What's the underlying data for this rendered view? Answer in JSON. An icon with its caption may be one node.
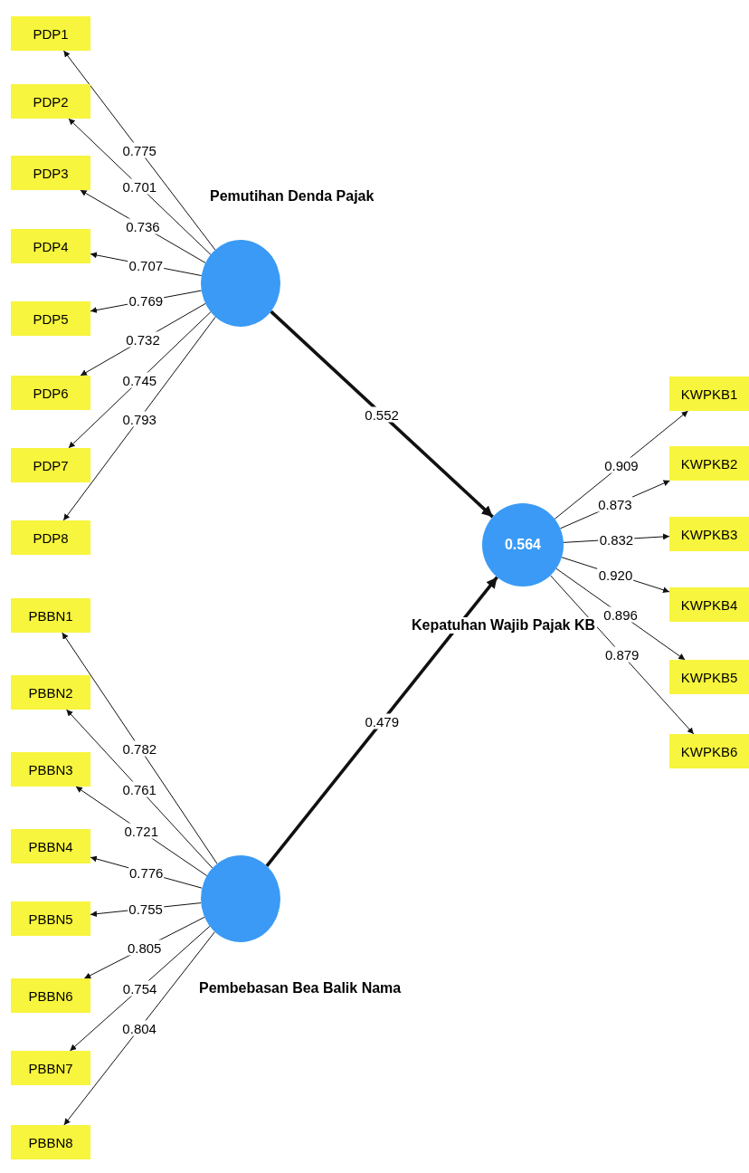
{
  "diagram": {
    "nodes": [
      {
        "text": [
          "PDP1"
        ]
      },
      {
        "text": [
          "PDP2"
        ]
      },
      {
        "text": [
          "PDP3"
        ]
      },
      {
        "text": [
          "PDP4"
        ]
      },
      {
        "text": [
          "PDP5"
        ]
      },
      {
        "text": [
          "PDP6"
        ]
      },
      {
        "text": [
          "PDP7"
        ]
      },
      {
        "text": [
          "PDP8"
        ]
      },
      {
        "text": [
          "Pemutihan Denda Pajak"
        ]
      },
      {
        "text": [
          "KWPKB1"
        ]
      },
      {
        "text": [
          "KWPKB2"
        ]
      },
      {
        "text": [
          "KWPKB3"
        ]
      },
      {
        "text": [
          "KWPKB4"
        ]
      },
      {
        "text": [
          "KWPKB5"
        ]
      },
      {
        "text": [
          "KWPKB6"
        ]
      },
      {
        "text": [
          "0.564",
          "Kepatuhan Wajib Pajak KB"
        ]
      },
      {
        "text": [
          "PBBN1"
        ]
      },
      {
        "text": [
          "PBBN2"
        ]
      },
      {
        "text": [
          "PBBN3"
        ]
      },
      {
        "text": [
          "PBBN4"
        ]
      },
      {
        "text": [
          "PBBN5"
        ]
      },
      {
        "text": [
          "PBBN6"
        ]
      },
      {
        "text": [
          "PBBN7"
        ]
      },
      {
        "text": [
          "PBBN8"
        ]
      },
      {
        "text": [
          "Pembebasan Bea Balik Nama"
        ]
      }
    ],
    "edges": [
      {
        "from": 8,
        "to": 0,
        "arrow": "to",
        "label": "0.775"
      },
      {
        "from": 8,
        "to": 1,
        "arrow": "to",
        "label": "0.701"
      },
      {
        "from": 8,
        "to": 2,
        "arrow": "to",
        "label": "0.736"
      },
      {
        "from": 8,
        "to": 3,
        "arrow": "to",
        "label": "0.707"
      },
      {
        "from": 8,
        "to": 4,
        "arrow": "to",
        "label": "0.769"
      },
      {
        "from": 8,
        "to": 5,
        "arrow": "to",
        "label": "0.732"
      },
      {
        "from": 8,
        "to": 6,
        "arrow": "to",
        "label": "0.745"
      },
      {
        "from": 8,
        "to": 7,
        "arrow": "to",
        "label": "0.793"
      },
      {
        "from": 8,
        "to": 15,
        "arrow": "to",
        "label": "0.552",
        "style": "thick"
      },
      {
        "from": 15,
        "to": 9,
        "arrow": "to",
        "label": "0.909"
      },
      {
        "from": 15,
        "to": 10,
        "arrow": "to",
        "label": "0.873"
      },
      {
        "from": 15,
        "to": 11,
        "arrow": "to",
        "label": "0.832"
      },
      {
        "from": 15,
        "to": 12,
        "arrow": "to",
        "label": "0.920"
      },
      {
        "from": 15,
        "to": 13,
        "arrow": "to",
        "label": "0.896"
      },
      {
        "from": 15,
        "to": 14,
        "arrow": "to",
        "label": "0.879"
      },
      {
        "from": 24,
        "to": 15,
        "arrow": "to",
        "label": "0.479",
        "style": "thick"
      },
      {
        "from": 24,
        "to": 16,
        "arrow": "to",
        "label": "0.782"
      },
      {
        "from": 24,
        "to": 17,
        "arrow": "to",
        "label": "0.761"
      },
      {
        "from": 24,
        "to": 18,
        "arrow": "to",
        "label": "0.721"
      },
      {
        "from": 24,
        "to": 19,
        "arrow": "to",
        "label": "0.776"
      },
      {
        "from": 24,
        "to": 20,
        "arrow": "to",
        "label": "0.755"
      },
      {
        "from": 24,
        "to": 21,
        "arrow": "to",
        "label": "0.805"
      },
      {
        "from": 24,
        "to": 22,
        "arrow": "to",
        "label": "0.754"
      },
      {
        "from": 24,
        "to": 23,
        "arrow": "to",
        "label": "0.804"
      }
    ]
  }
}
